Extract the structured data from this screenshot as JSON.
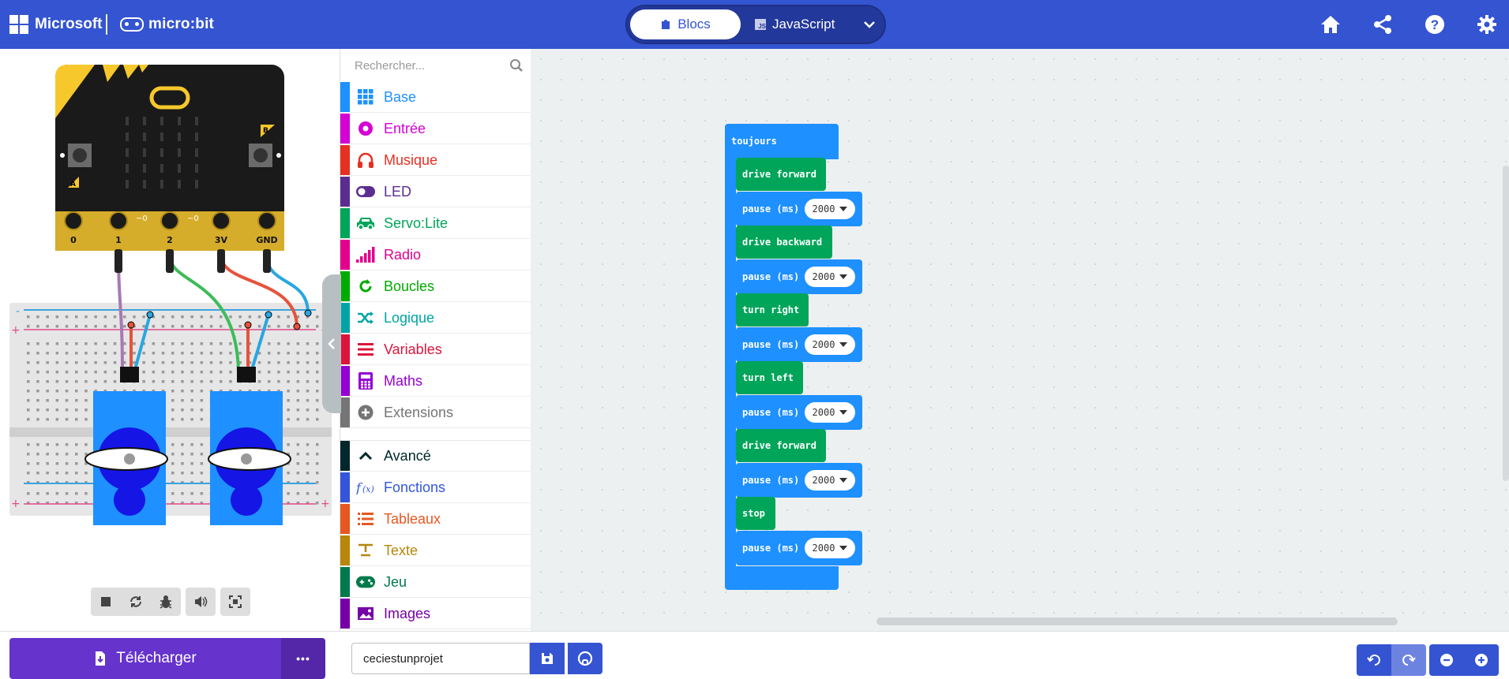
{
  "header": {
    "brand_microsoft": "Microsoft",
    "brand_microbit": "micro:bit",
    "tab_blocks": "Blocs",
    "tab_javascript": "JavaScript",
    "js_badge": "JS",
    "icons": [
      "home-icon",
      "share-icon",
      "help-icon",
      "settings-icon"
    ]
  },
  "simulator": {
    "pins": [
      "0",
      "1",
      "2",
      "3V",
      "GND"
    ],
    "pin_suffix": "~0",
    "button_a": "A",
    "button_b": "B",
    "controls": [
      "stop-icon",
      "restart-icon",
      "debug-icon",
      "mute-icon",
      "fullscreen-icon"
    ]
  },
  "toolbox": {
    "search_placeholder": "Rechercher...",
    "categories": [
      {
        "label": "Base",
        "color": "#1e90ff",
        "icon": "grid-icon"
      },
      {
        "label": "Entrée",
        "color": "#d400d4",
        "icon": "input-icon"
      },
      {
        "label": "Musique",
        "color": "#e63022",
        "icon": "headphones-icon"
      },
      {
        "label": "LED",
        "color": "#5c2d91",
        "icon": "toggle-icon"
      },
      {
        "label": "Servo:Lite",
        "color": "#00a55a",
        "icon": "car-icon"
      },
      {
        "label": "Radio",
        "color": "#e3008c",
        "icon": "signal-icon"
      },
      {
        "label": "Boucles",
        "color": "#00aa00",
        "icon": "loop-icon"
      },
      {
        "label": "Logique",
        "color": "#00a4a6",
        "icon": "shuffle-icon"
      },
      {
        "label": "Variables",
        "color": "#dc143c",
        "icon": "list-icon"
      },
      {
        "label": "Maths",
        "color": "#9400d3",
        "icon": "calculator-icon"
      },
      {
        "label": "Extensions",
        "color": "#757575",
        "icon": "plus-circle-icon"
      }
    ],
    "advanced": [
      {
        "label": "Avancé",
        "color": "#00272b",
        "icon": "chevron-up-icon"
      },
      {
        "label": "Fonctions",
        "color": "#3455db",
        "icon": "function-icon"
      },
      {
        "label": "Tableaux",
        "color": "#e65722",
        "icon": "array-icon"
      },
      {
        "label": "Texte",
        "color": "#b8860b",
        "icon": "text-icon"
      },
      {
        "label": "Jeu",
        "color": "#007a4b",
        "icon": "gamepad-icon"
      },
      {
        "label": "Images",
        "color": "#7600a8",
        "icon": "image-icon"
      }
    ]
  },
  "workspace": {
    "forever_label": "toujours",
    "pause_label": "pause (ms)",
    "blocks": [
      {
        "type": "action",
        "label": "drive forward"
      },
      {
        "type": "pause",
        "value": "2000"
      },
      {
        "type": "action",
        "label": "drive backward"
      },
      {
        "type": "pause",
        "value": "2000"
      },
      {
        "type": "action",
        "label": "turn right"
      },
      {
        "type": "pause",
        "value": "2000"
      },
      {
        "type": "action",
        "label": "turn left"
      },
      {
        "type": "pause",
        "value": "2000"
      },
      {
        "type": "action",
        "label": "drive forward"
      },
      {
        "type": "pause",
        "value": "2000"
      },
      {
        "type": "action",
        "label": "stop"
      },
      {
        "type": "pause",
        "value": "2000"
      }
    ]
  },
  "bottom": {
    "download_label": "Télécharger",
    "more_label": "•••",
    "project_name": "ceciestunprojet"
  }
}
